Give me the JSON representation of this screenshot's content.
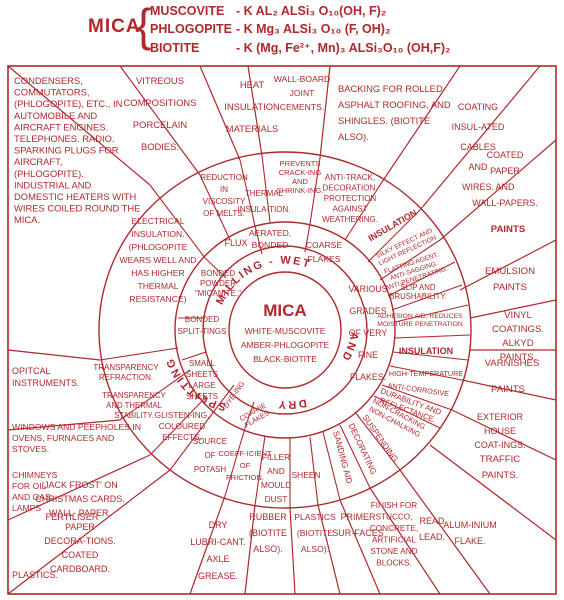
{
  "header": {
    "title": "MICA",
    "formulas": [
      {
        "name": "MUSCOVITE",
        "formula": "- K AL₂ ALSi₃ O₁₀(OH, F)₂"
      },
      {
        "name": "PHLOGOPITE",
        "formula": "- K Mg₃ ALSi₃ O₁₀ (F, OH)₂"
      },
      {
        "name": "BIOTITE",
        "formula": "- K (Mg, Fe²⁺, Mn)₃ ALSi₃O₁₀ (OH,F)₂"
      }
    ]
  },
  "center": {
    "title": "MICA",
    "lines": [
      "WHITE-MUSCOVITE",
      "AMBER-PHLOGOPITE",
      "BLACK-BIOTITE"
    ]
  },
  "processing_ring": {
    "arc_top": "MILLING - WET",
    "arc_right": "AND",
    "arc_bottom": "DRY",
    "arc_left": "SPLITTING"
  },
  "inner_ring": [
    "FLUX",
    "AERATED, BONDED",
    "COARSE FLAKES",
    "VARIOUS GRADES OF VERY FINE FLAKES.",
    "BONDED POWDER \"MICANITE.\"",
    "BONDED SPLIT-TINGS",
    "SMALL SHEETS LARGE SHEETS",
    "DYE-ING",
    "COARSE FLAKES"
  ],
  "sectors": [
    "CONDENSERS, COMMUTATORS, (PHLOGOPITE), ETC., IN AUTOMOBILE AND AIRCRAFT ENGINES. TELEPHONES. RADIO. SPARKING PLUGS FOR AIRCRAFT, (PHLOGOPITE). INDUSTRIAL AND DOMESTIC HEATERS WITH WIRES COILED ROUND THE MICA.",
    "VITREOUS COMPOSITIONS PORCELAIN BODIES.",
    "HEAT INSULATION MATERIALS",
    "WALL-BOARD JOINT CEMENTS.",
    "BACKING FOR ROLLED ASPHALT ROOFING, AND SHINGLES. (BIOTITE ALSO).",
    "COATING INSUL-ATED CABLES AND WIRES.",
    "COATED PAPER AND WALL-PAPERS.",
    "PAINTS",
    "EMULSION PAINTS",
    "VINYL COATINGS. ALKYD PAINTS.",
    "VARNISHES",
    "PAINTS",
    "EXTERIOR HOUSE COAT-INGS.",
    "TRAFFIC PAINTS.",
    "ALUM-INIUM FLAKE.",
    "READ LEAD.",
    "FINISH FOR STUCCO, CONCRETE, ARTIFICIAL STONE AND BLOCKS.",
    "PRIMER SUR-FACES",
    "PLASTICS (BIOTITE ALSO).",
    "RUBBER (BIOTITE ALSO).",
    "DRY LUBRI-CANT. AXLE GREASE.",
    "FERTILISER",
    "WINDOWS AND PEEPHOLES IN OVENS, FURNACES AND STOVES.",
    "CHIMNEYS FOR OIL AND GAS LAMPS",
    "'JACK FROST' ON CHRISTMAS CARDS. WALL- PAPER. PAPER DECORA-TIONS. COATED CARDBOARD.",
    "PLASTICS.",
    "OPITCAL INSTRUMENTS."
  ],
  "middle_ring": [
    "ELECTRICAL INSULATION. (PHLOGOPITE WEARS WELL AND HAS HIGHER THERMAL RESISTANCE)",
    "REDUCTION IN VISCOSITY OF MELTS.",
    "THERMAL INSULA-TION.",
    "PREVENTS CRACK-ING AND SHRINK-ING.",
    "ANTI-TRACK, DECORATION, PROTECTION AGAINST WEATHERING.",
    "INSULATION",
    "SILKY EFFECT AND LIGHT REFLECTION",
    "FLATTING AGENT. ANTI-SAGGING. ANTI-PENETRATING.",
    "SLIP AND BRUSHABILITY.",
    "ADHESION AID, REDUCES MOISTURE PENETRATION",
    "INSULATION",
    "HIGH-TEMPERATURE",
    "ANTI-CORROSIVE",
    "DURABILITY AND REFLECTANCE.",
    "NON-CRACKING NON-CHALKING",
    "SUSPENDING",
    "DECORATING",
    "SANDING AID",
    "SHEEN",
    "FILLER AND MOULD DUST",
    "COEFF-ICIENT OF FRICTION.",
    "SOURCE OF POTASH",
    "GLISTEN-ING, COLOURED EFFECTS.",
    "TRANSPARENCY AND THERMAL STABILITY.",
    "TRANSPARENCY REFRACTION."
  ]
}
